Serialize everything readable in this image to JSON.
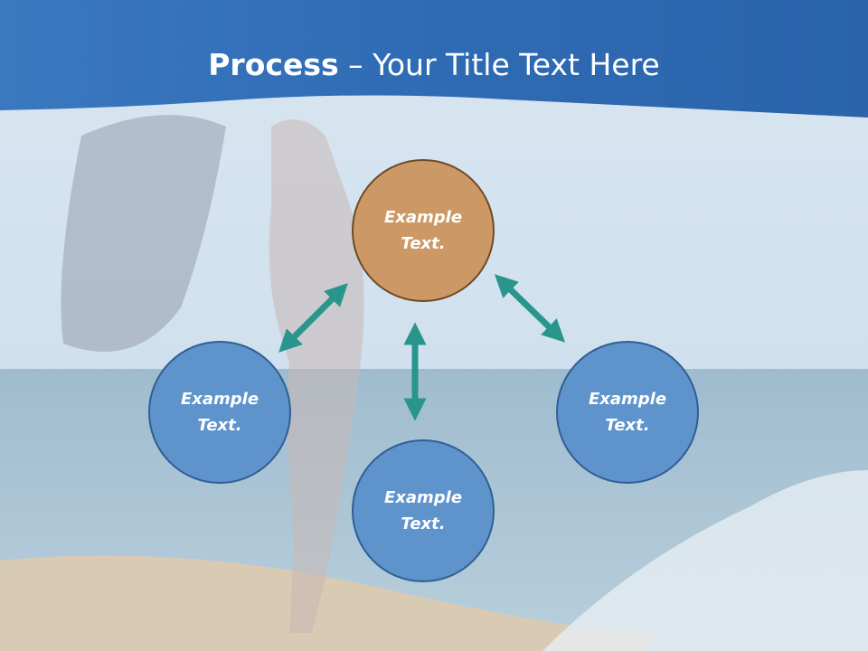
{
  "title": {
    "bold": "Process",
    "dash": " – ",
    "rest": "Your Title Text Here"
  },
  "colors": {
    "banner": "#2e6cb5",
    "node_blue": "#5f93cc",
    "node_orange": "#cc9966",
    "arrow": "#2a958d"
  },
  "nodes": [
    {
      "line1": "Example",
      "line2": "Text.",
      "color": "orange"
    },
    {
      "line1": "Example",
      "line2": "Text.",
      "color": "blue"
    },
    {
      "line1": "Example",
      "line2": "Text.",
      "color": "blue"
    },
    {
      "line1": "Example",
      "line2": "Text.",
      "color": "blue"
    }
  ]
}
